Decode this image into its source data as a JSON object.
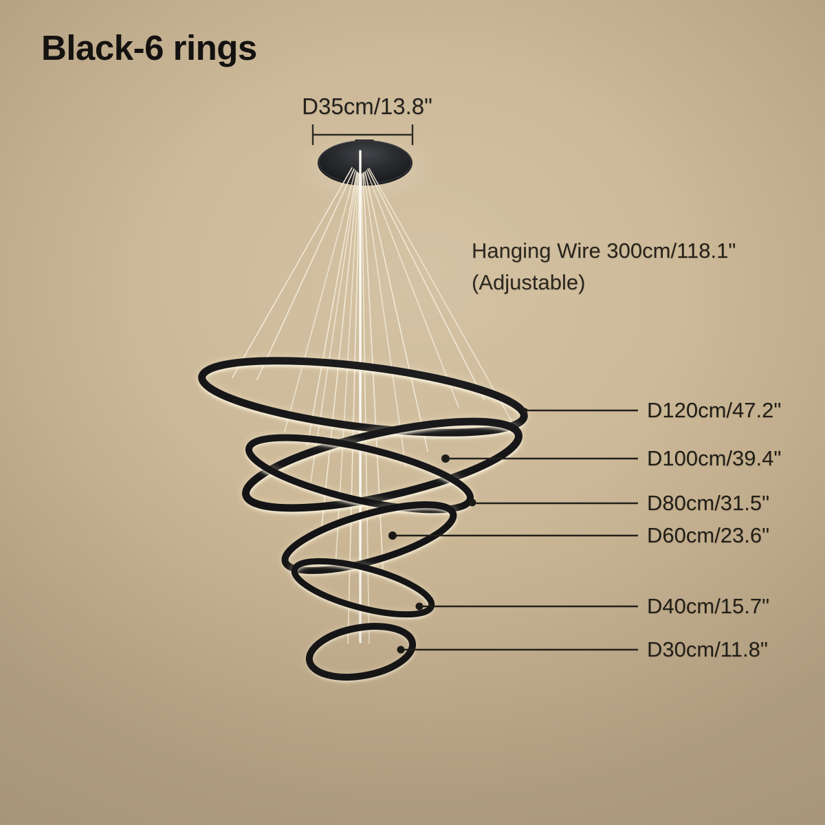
{
  "title": "Black-6 rings",
  "canopy": {
    "diameter_label": "D35cm/13.8\""
  },
  "hanging_wire": {
    "line1": "Hanging Wire 300cm/118.1\"",
    "line2": "(Adjustable)"
  },
  "rings": [
    {
      "label": "D120cm/47.2\"",
      "diameter_cm": 120
    },
    {
      "label": "D100cm/39.4\"",
      "diameter_cm": 100
    },
    {
      "label": "D80cm/31.5\"",
      "diameter_cm": 80
    },
    {
      "label": "D60cm/23.6\"",
      "diameter_cm": 60
    },
    {
      "label": "D40cm/15.7\"",
      "diameter_cm": 40
    },
    {
      "label": "D30cm/11.8\"",
      "diameter_cm": 30
    }
  ],
  "colors": {
    "background": "#c9b594",
    "text": "#201d18",
    "ring_black": "#141416",
    "led_glow": "#fff7e2",
    "wire": "#f2e9d5"
  }
}
